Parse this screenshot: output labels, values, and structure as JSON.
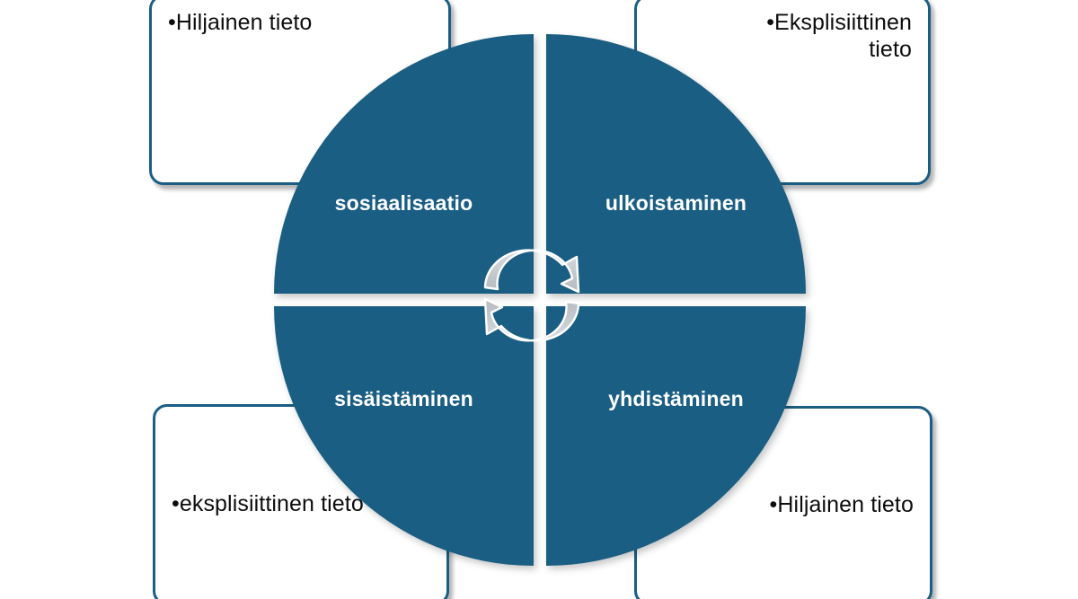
{
  "diagram": {
    "type": "seci-knowledge-conversion-model",
    "circle_color": "#1A5E83",
    "box_border_color": "#1A5E83",
    "label_color": "#FFFFFF",
    "arrow_color": "#C8CDD2",
    "quadrants": [
      {
        "id": "socialization",
        "position": "top-left",
        "label": "sosiaalisaatio"
      },
      {
        "id": "externalization",
        "position": "top-right",
        "label": "ulkoistaminen"
      },
      {
        "id": "internalization",
        "position": "bottom-left",
        "label": "sisäistäminen"
      },
      {
        "id": "combination",
        "position": "bottom-right",
        "label": "yhdistäminen"
      }
    ],
    "callouts": [
      {
        "id": "callout-top-left",
        "position": "top-left",
        "bullet": "•",
        "text": "•Hiljainen tieto"
      },
      {
        "id": "callout-top-right",
        "position": "top-right",
        "bullet": "•",
        "text": "•Eksplisiittinen tieto"
      },
      {
        "id": "callout-bottom-left",
        "position": "bottom-left",
        "bullet": "•",
        "text": "•eksplisiittinen tieto"
      },
      {
        "id": "callout-bottom-right",
        "position": "bottom-right",
        "bullet": "•",
        "text": "•Hiljainen tieto"
      }
    ],
    "center_icon": {
      "name": "cycle-arrows-icon",
      "description": "two semicircular arrows forming a continuous clockwise cycle"
    }
  }
}
